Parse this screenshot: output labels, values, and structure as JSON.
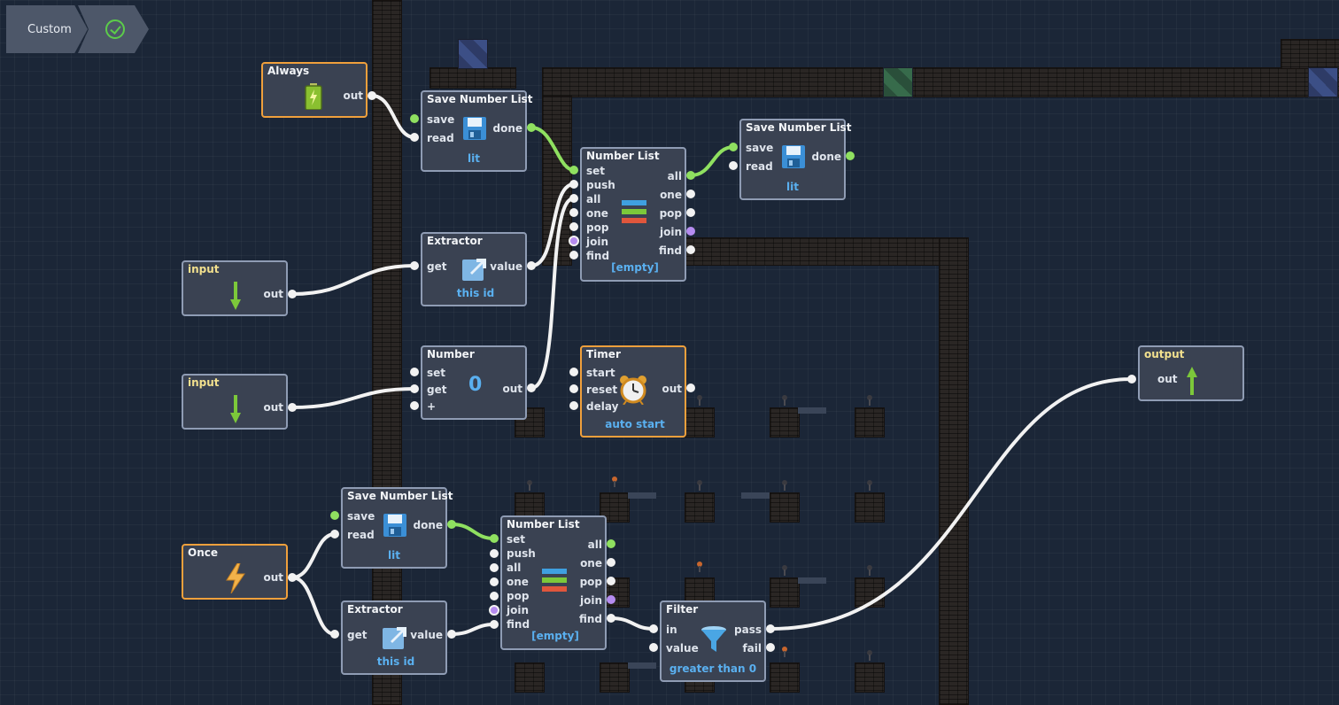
{
  "breadcrumb": {
    "label": "Custom",
    "icon": "check-circle-icon",
    "accent": "#5ccc4a"
  },
  "colors": {
    "wire_white": "#f2f2f2",
    "wire_green": "#8fe060",
    "wire_purple": "#b58cf0",
    "node_border": "#8f9cb4",
    "node_border_active": "#f0a03c",
    "value_text": "#5ab0f0"
  },
  "nodes": {
    "always": {
      "title": "Always",
      "out": "out",
      "icon": "battery-icon"
    },
    "save1": {
      "title": "Save Number List",
      "save": "save",
      "read": "read",
      "done": "done",
      "value": "lit",
      "icon": "floppy-disk-icon"
    },
    "numlist1": {
      "title": "Number List",
      "in_ports": [
        "set",
        "push",
        "all",
        "one",
        "pop",
        "join",
        "find"
      ],
      "out_ports": [
        "all",
        "one",
        "pop",
        "join",
        "find"
      ],
      "value": "[empty]",
      "icon": "list-stack-icon"
    },
    "save2": {
      "title": "Save Number List",
      "save": "save",
      "read": "read",
      "done": "done",
      "value": "lit",
      "icon": "floppy-disk-icon"
    },
    "extractor1": {
      "title": "Extractor",
      "get": "get",
      "value_port": "value",
      "value": "this id",
      "icon": "arrow-out-icon"
    },
    "input1": {
      "title": "input",
      "out": "out",
      "icon": "arrow-down-icon"
    },
    "number": {
      "title": "Number",
      "in_ports": [
        "set",
        "get",
        "+"
      ],
      "out": "out",
      "value": "0"
    },
    "input2": {
      "title": "input",
      "out": "out",
      "icon": "arrow-down-icon"
    },
    "timer": {
      "title": "Timer",
      "in_ports": [
        "start",
        "reset",
        "delay"
      ],
      "out": "out",
      "value": "auto start",
      "icon": "alarm-clock-icon"
    },
    "output": {
      "title": "output",
      "out": "out",
      "icon": "arrow-up-icon"
    },
    "save3": {
      "title": "Save Number List",
      "save": "save",
      "read": "read",
      "done": "done",
      "value": "lit",
      "icon": "floppy-disk-icon"
    },
    "once": {
      "title": "Once",
      "out": "out",
      "icon": "lightning-icon"
    },
    "numlist2": {
      "title": "Number List",
      "in_ports": [
        "set",
        "push",
        "all",
        "one",
        "pop",
        "join",
        "find"
      ],
      "out_ports": [
        "all",
        "one",
        "pop",
        "join",
        "find"
      ],
      "value": "[empty]",
      "icon": "list-stack-icon"
    },
    "extractor2": {
      "title": "Extractor",
      "get": "get",
      "value_port": "value",
      "value": "this id",
      "icon": "arrow-out-icon"
    },
    "filter": {
      "title": "Filter",
      "in": "in",
      "value_port": "value",
      "pass": "pass",
      "fail": "fail",
      "value": "greater than 0",
      "icon": "funnel-icon"
    }
  }
}
